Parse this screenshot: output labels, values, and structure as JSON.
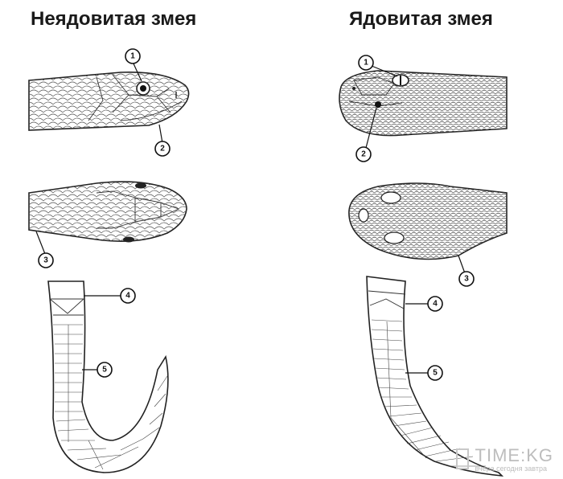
{
  "titles": {
    "left": "Неядовитая змея",
    "right": "Ядовитая змея"
  },
  "callouts": {
    "left": [
      "1",
      "2",
      "3",
      "4",
      "5"
    ],
    "right": [
      "1",
      "2",
      "3",
      "4",
      "5"
    ]
  },
  "watermark": {
    "logo": "TIME:KG",
    "tagline": "вчера сегодня завтра"
  }
}
